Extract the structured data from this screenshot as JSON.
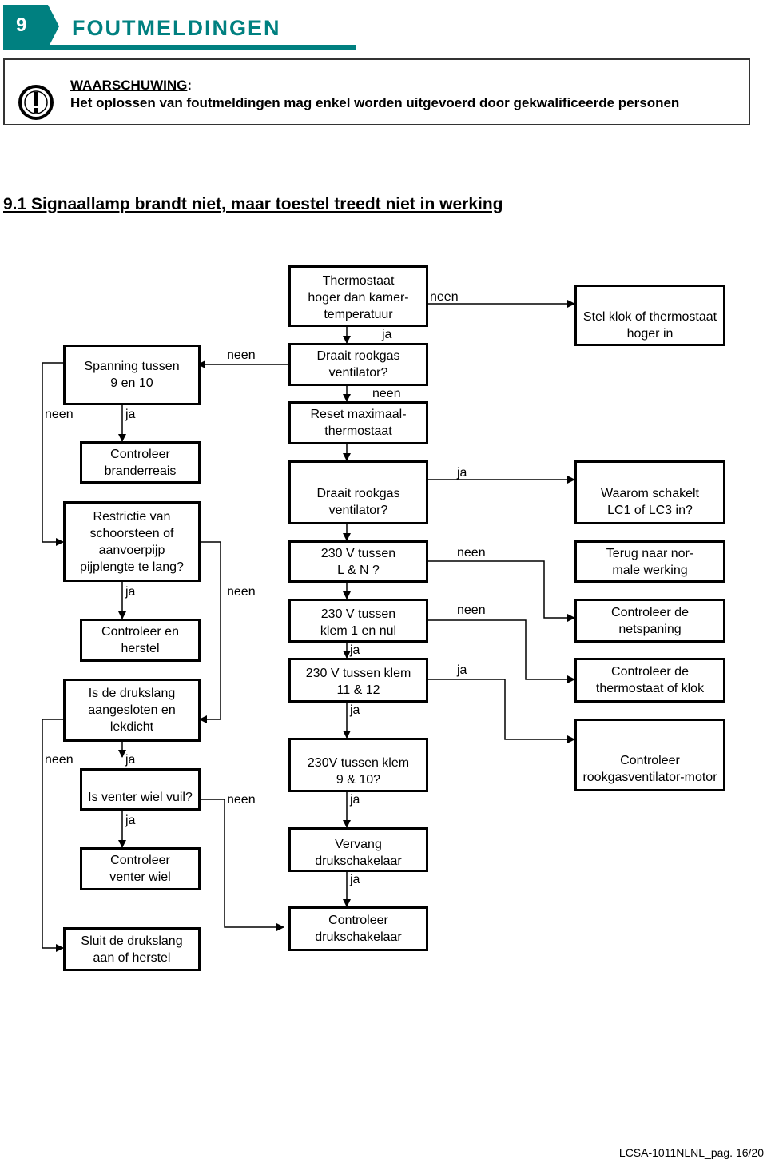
{
  "header": {
    "number": "9",
    "title": "FOUTMELDINGEN",
    "accent_color": "#008080"
  },
  "warning": {
    "icon": "exclamation-icon",
    "heading": "WAARSCHUWING",
    "heading_suffix": ":",
    "text": "Het oplossen van foutmeldingen mag enkel worden uitgevoerd door gekwalificeerde personen"
  },
  "subsection": "9.1 Signaallamp brandt niet, maar toestel treedt niet in werking",
  "boxes": {
    "spanning": "Spanning tussen\n9 en 10",
    "controleer_branderreais": "Controleer\nbranderreais",
    "restrictie": "Restrictie van\nschoorsteen of\naanvoerpijp\npijplengte te lang?",
    "controleer_herstel": "Controleer en\nherstel",
    "drukslang": "Is de drukslang\naangesloten en\nlekdicht",
    "venter_wiel_vuil": "Is venter wiel vuil?",
    "controleer_venter_wiel": "Controleer\nventer wiel",
    "sluit_drukslang": "Sluit de drukslang\naan of herstel",
    "thermostaat": "Thermostaat\nhoger dan kamer-\ntemperatuur",
    "draait_rookgas_1": "Draait rookgas\nventilator?",
    "reset": "Reset  maximaal-\nthermostaat",
    "draait_rookgas_2": "Draait rookgas\nventilator?",
    "v230_ln": "230 V tussen\nL & N ?",
    "v230_klem1": "230 V tussen\nklem 1 en nul",
    "v230_klem11": "230 V tussen klem\n11 & 12",
    "v230_klem9": "230V tussen klem\n9 & 10?",
    "vervang": "Vervang\ndrukschakelaar",
    "controleer_drukschakelaar": "Controleer\ndrukschakelaar",
    "stel_klok": "Stel klok of thermostaat\nhoger in",
    "waarom": "Waarom schakelt\nLC1 of LC3 in?",
    "terug": "Terug naar nor-\nmale werking",
    "controleer_netspaning": "Controleer de\nnetspaning",
    "controleer_thermostaat": "Controleer de\nthermostaat of klok",
    "controleer_motor": "Controleer\nrookgasventilator-motor"
  },
  "labels": {
    "yes": "ja",
    "no": "neen"
  },
  "footer": "LCSA-1011NLNL_pag. 16/20"
}
